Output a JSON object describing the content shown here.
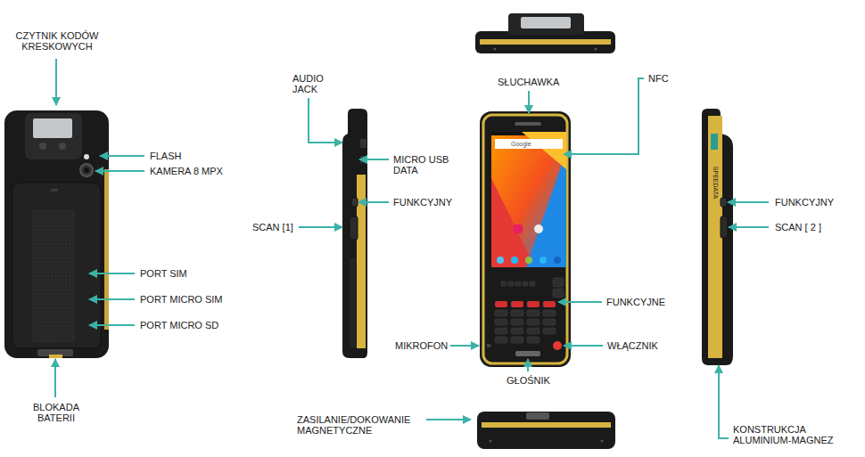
{
  "diagram": {
    "labels": [
      "CZYTNIK KODÓW KRESKOWYCH",
      "FLASH",
      "KAMERA 8 MPX",
      "PORT SIM",
      "PORT MICRO SIM",
      "PORT MICRO SD",
      "BLOKADA BATERII",
      "AUDIO JACK",
      "MICRO USB DATA",
      "FUNKCYJNY",
      "SCAN [1]",
      "SŁUCHAWKA",
      "NFC",
      "Google",
      "FUNKCYJNE",
      "MIKROFON",
      "WŁĄCZNIK",
      "GŁOŚNIK",
      "ZASILANIE/DOKOWANIE MAGNETYCZNE",
      "SPEEDATA",
      "FUNKCYJNY",
      "SCAN [ 2 ]",
      "KONSTRUKCJA ALUMINIUM-MAGNEZ"
    ]
  }
}
